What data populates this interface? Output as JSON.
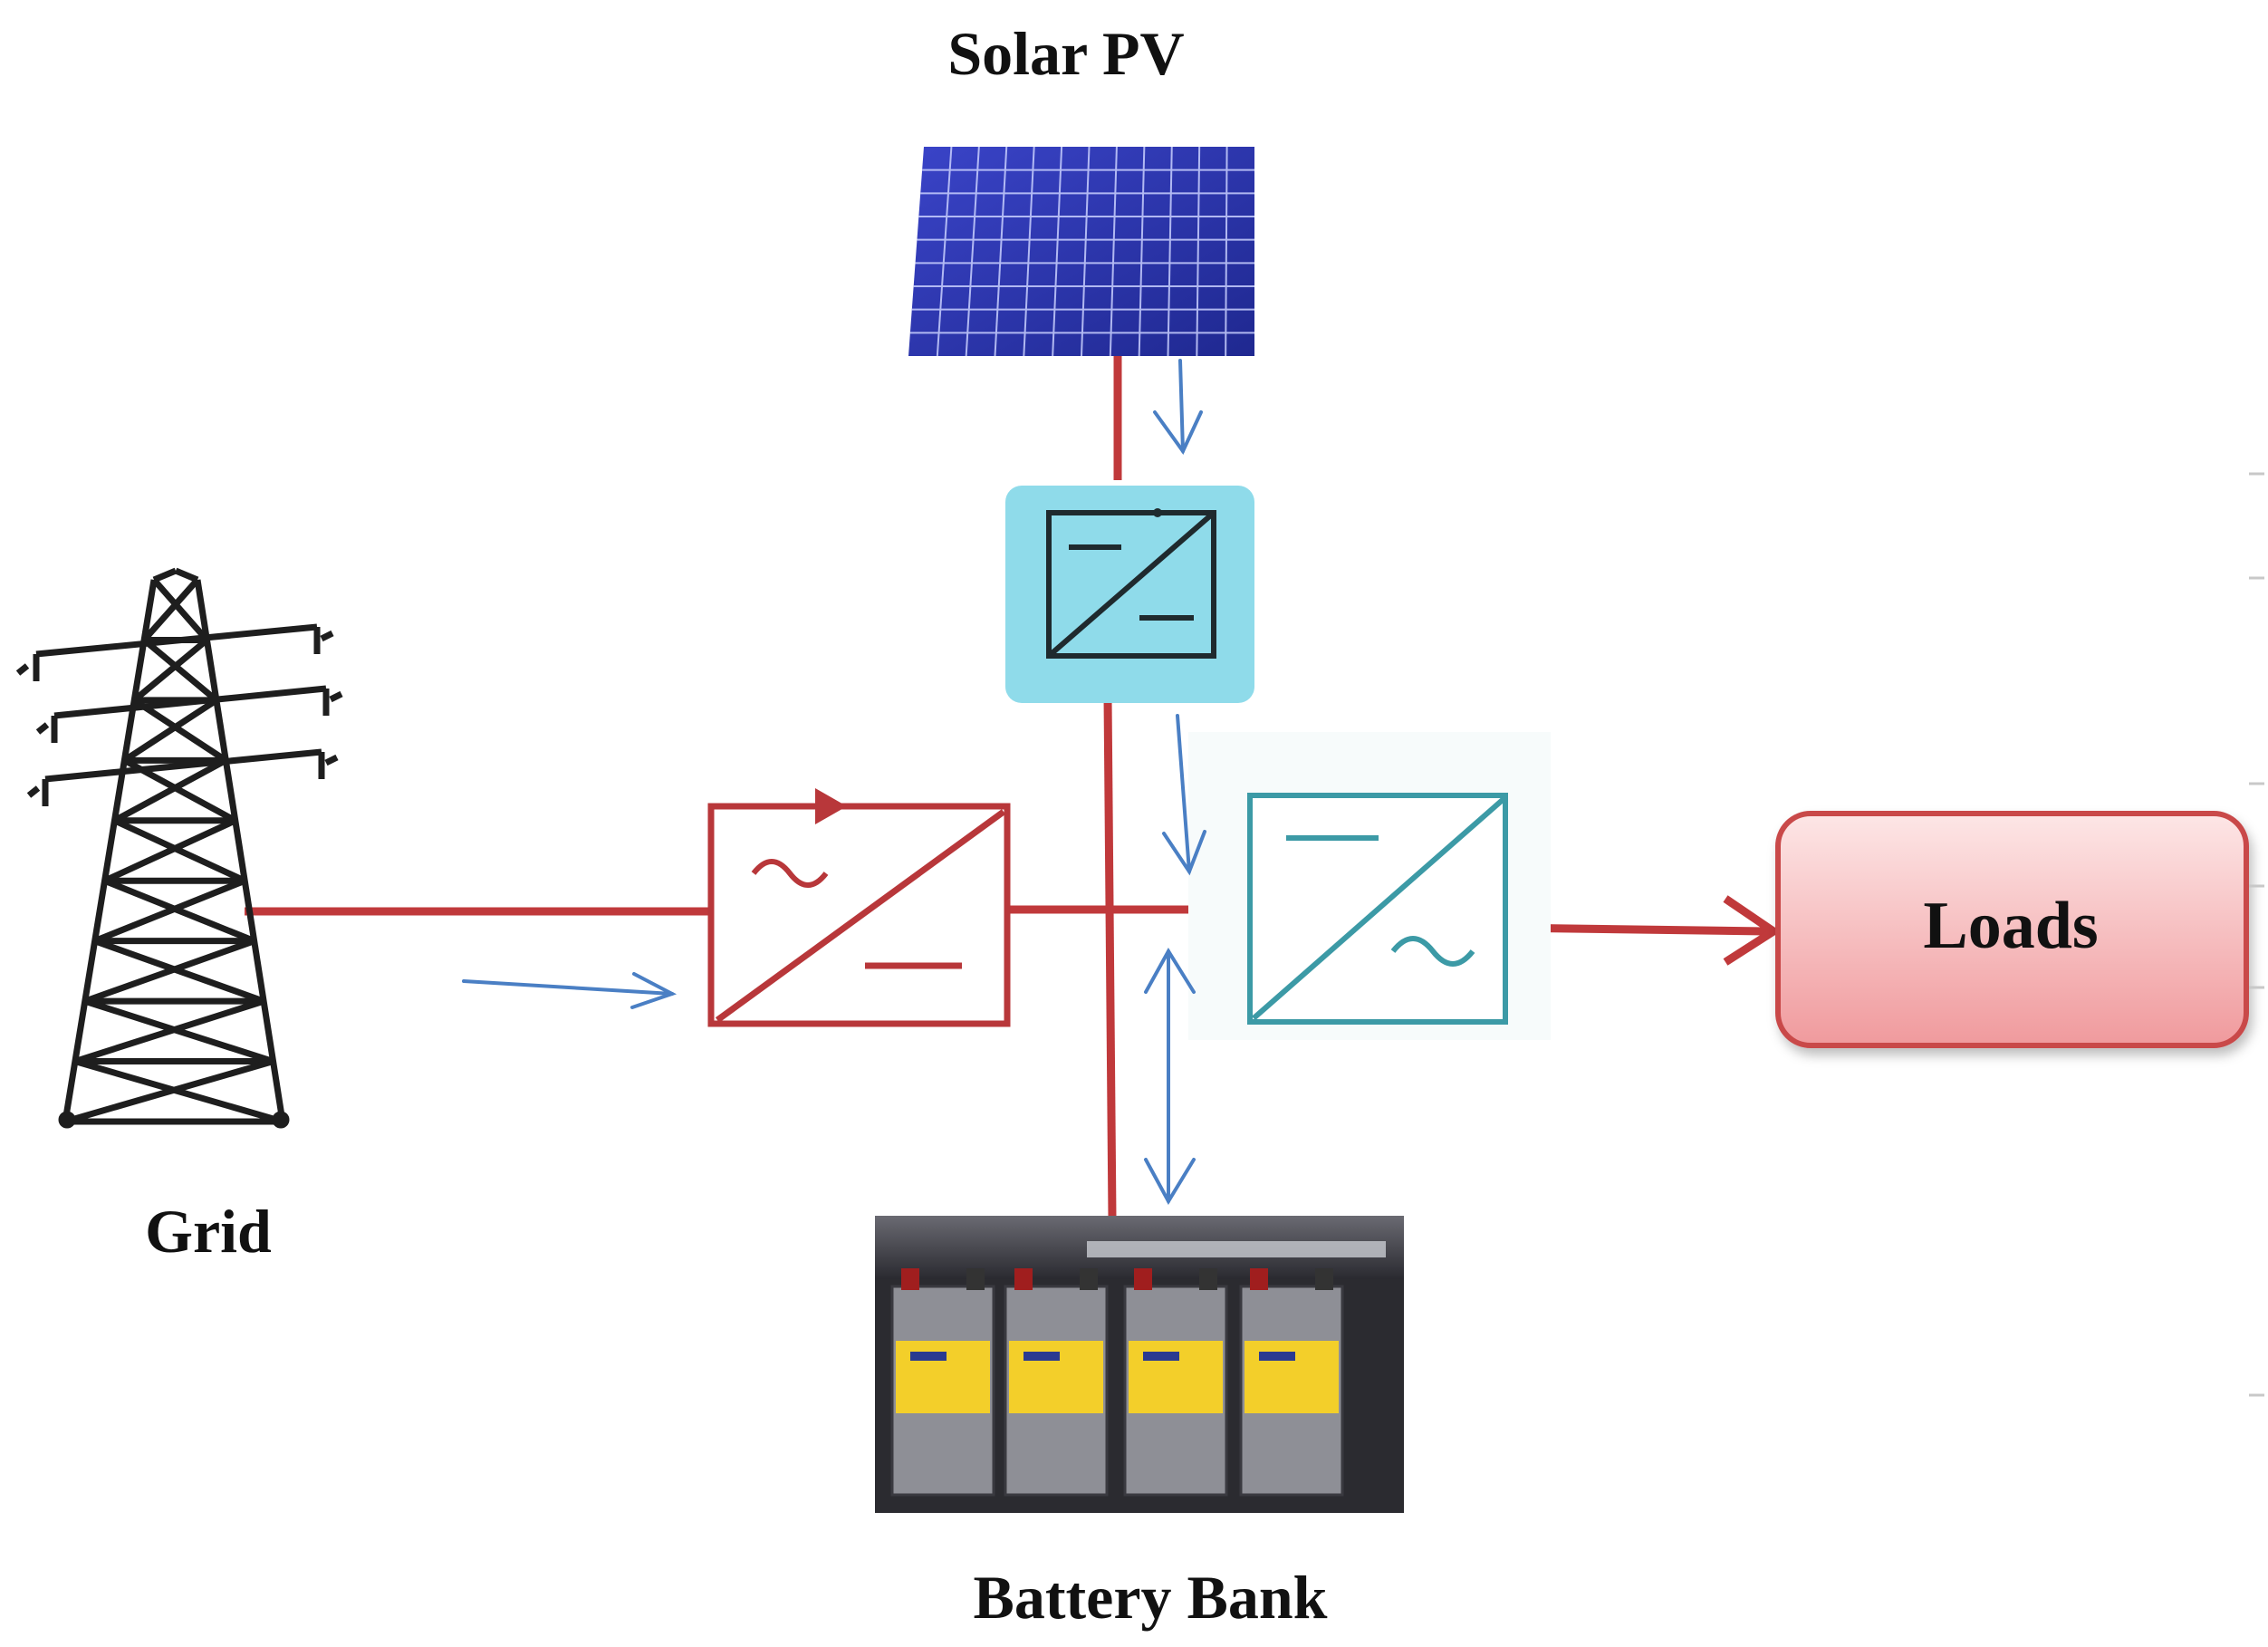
{
  "labels": {
    "solar": "Solar PV",
    "grid": "Grid",
    "battery": "Battery Bank",
    "loads": "Loads"
  },
  "colors": {
    "power_line": "#c0393b",
    "flow_arrow": "#4a7fc4",
    "dcdc_fill": "#8fdbea",
    "inverter_stroke": "#3c9aa6",
    "rectifier_stroke": "#b8373a",
    "loads_fill_top": "#fbe1e1",
    "loads_fill_bottom": "#f2a3a6",
    "loads_stroke": "#c9484a",
    "panel_cell": "#2c35b8"
  },
  "icons": {
    "solar": "solar-panel-icon",
    "grid": "transmission-tower-icon",
    "battery": "battery-bank-icon",
    "dcdc": "dc-dc-converter-icon",
    "rectifier": "ac-dc-rectifier-icon",
    "inverter": "dc-ac-inverter-icon"
  },
  "symbols": {
    "dc": "—",
    "ac": "~"
  }
}
